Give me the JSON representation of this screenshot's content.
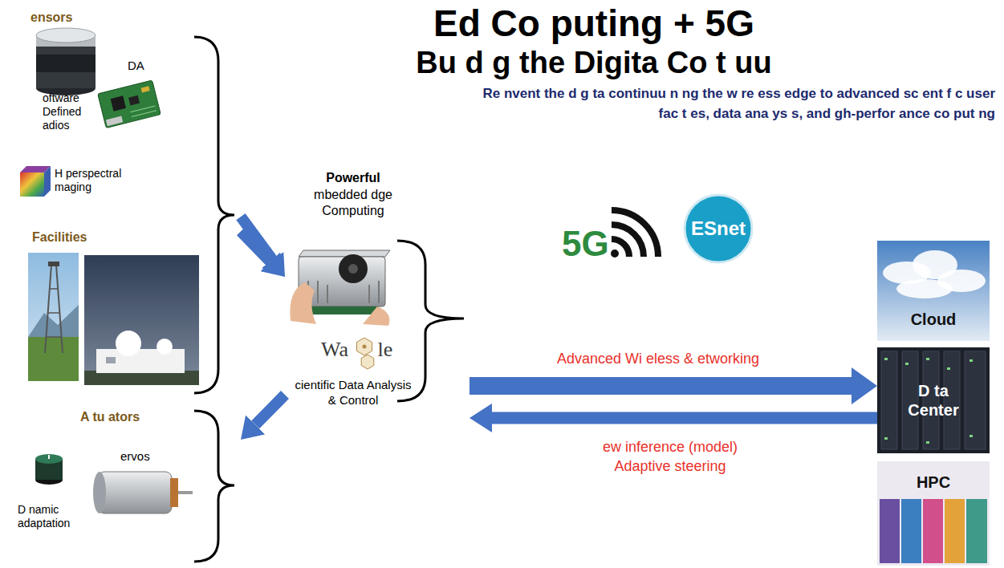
{
  "diagram": {
    "title": "Ed Co puting + 5G",
    "nodes": [
      {
        "text": [
          "ensors"
        ]
      },
      {
        "text": [
          "DA"
        ],
        "in": 0
      },
      {
        "text": [
          "oftware Defined adios"
        ],
        "in": 0
      },
      {
        "text": [
          "H perspectral maging"
        ],
        "in": 0
      },
      {
        "text": [
          "Facilities"
        ]
      },
      {
        "text": [
          "Powerful",
          "mbedded dge Computing",
          "cientific Data Analysis & Control"
        ]
      },
      {
        "text": [
          "A tu ators"
        ]
      },
      {
        "text": [
          "ervos"
        ],
        "in": 6
      },
      {
        "text": [
          "D namic adaptation"
        ],
        "in": 6
      },
      {
        "text": [
          "Cloud"
        ]
      },
      {
        "text": [
          "D ta Center"
        ]
      },
      {
        "text": [
          "HPC"
        ]
      }
    ],
    "edges": [
      {
        "from": 0,
        "to": 5,
        "arrow": "to"
      },
      {
        "from": 4,
        "to": 5,
        "arrow": "to"
      },
      {
        "from": 5,
        "to": 6,
        "arrow": "to"
      },
      {
        "from": 5,
        "to": 10,
        "arrow": "to",
        "label": "Advanced Wi eless & etworking"
      },
      {
        "from": 10,
        "to": 5,
        "arrow": "to",
        "label": "ew inference (model) Adaptive steering"
      }
    ],
    "labels": [
      "Bu d g the Digita Co t uu",
      "Re nvent the d g ta continuu n ng the w re ess edge to advanced sc ent f c user fac t es, data ana ys s, and gh-perfor ance co put ng",
      "5G",
      "ESnet",
      "Wa le"
    ]
  }
}
